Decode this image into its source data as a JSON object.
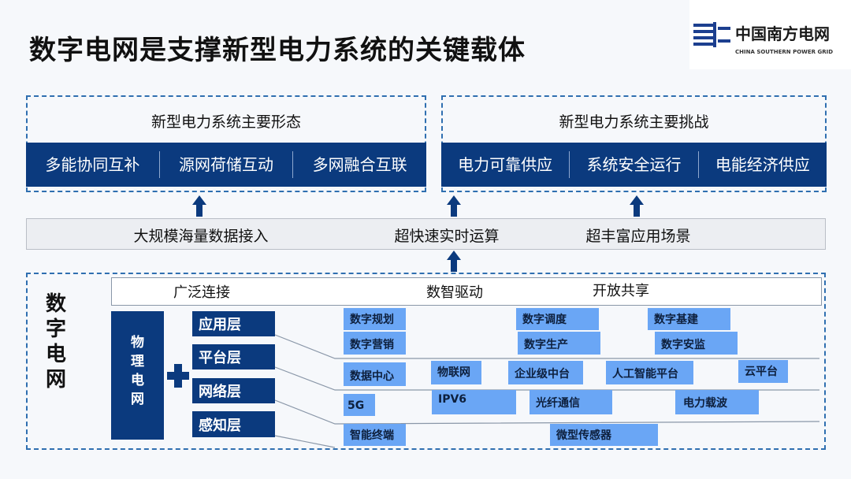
{
  "title": "数字电网是支撑新型电力系统的关键载体",
  "logo": {
    "cn": "中国南方电网",
    "en": "CHINA SOUTHERN POWER GRID"
  },
  "forms": {
    "title": "新型电力系统主要形态",
    "items": [
      "多能协同互补",
      "源网荷储互动",
      "多网融合互联"
    ]
  },
  "challenges": {
    "title": "新型电力系统主要挑战",
    "items": [
      "电力可靠供应",
      "系统安全运行",
      "电能经济供应"
    ]
  },
  "capabilities": [
    "大规模海量数据接入",
    "超快速实时运算",
    "超丰富应用场景"
  ],
  "digital_grid": {
    "label": "数字电网",
    "features": [
      "广泛连接",
      "数智驱动",
      "开放共享"
    ],
    "physical": "物理电网",
    "layers": [
      "应用层",
      "平台层",
      "网络层",
      "感知层"
    ],
    "application": [
      "数字规划",
      "数字营销",
      "数字调度",
      "数字生产",
      "数字基建",
      "数字安监"
    ],
    "platform": [
      "数据中心",
      "物联网",
      "企业级中台",
      "人工智能平台",
      "云平台"
    ],
    "network": [
      "5G",
      "IPV6",
      "光纤通信",
      "电力载波"
    ],
    "perception": [
      "智能终端",
      "微型传感器"
    ]
  },
  "colors": {
    "dark_blue": "#0b3a7e",
    "light_blue": "#6aa6f5",
    "dash": "#2f6fb0"
  }
}
